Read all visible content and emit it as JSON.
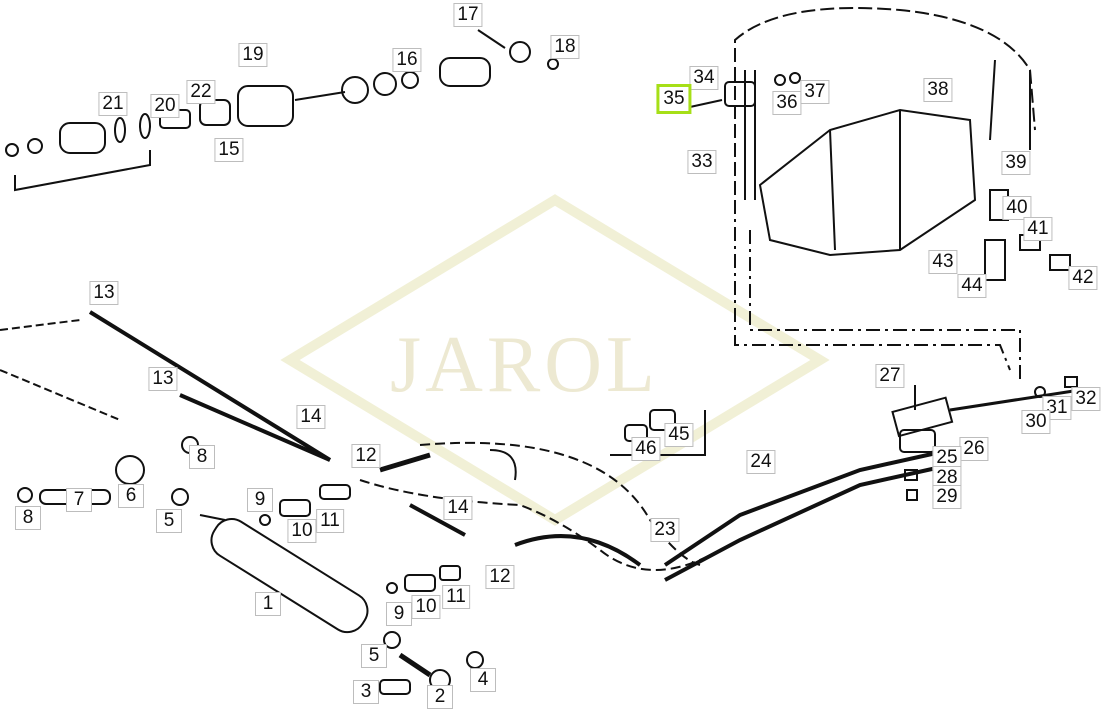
{
  "watermark": "JAROL",
  "highlight_color": "#a6df17",
  "selected_part": "35",
  "part_labels": [
    "17",
    "18",
    "19",
    "16",
    "34",
    "35",
    "36",
    "37",
    "38",
    "21",
    "22",
    "20",
    "15",
    "33",
    "39",
    "40",
    "41",
    "43",
    "44",
    "42",
    "13",
    "13",
    "27",
    "32",
    "31",
    "30",
    "14",
    "45",
    "46",
    "8",
    "12",
    "26",
    "25",
    "24",
    "28",
    "29",
    "9",
    "7",
    "6",
    "14",
    "8",
    "5",
    "11",
    "10",
    "23",
    "12",
    "1",
    "11",
    "10",
    "9",
    "5",
    "4",
    "3",
    "2"
  ]
}
